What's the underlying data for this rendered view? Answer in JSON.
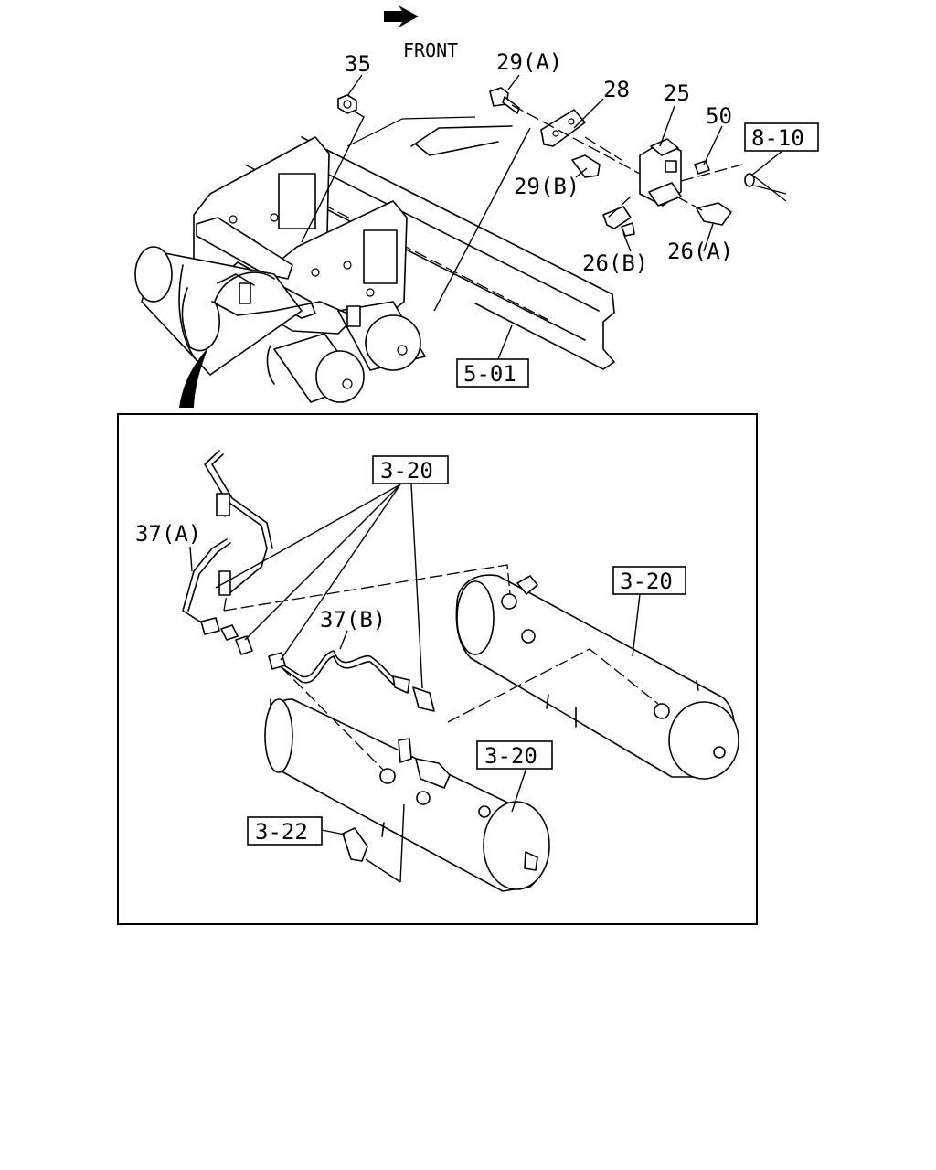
{
  "header": {
    "direction_label": "FRONT"
  },
  "callouts": {
    "c35": "35",
    "c29a": "29(A)",
    "c28": "28",
    "c25": "25",
    "c50": "50",
    "c29b": "29(B)",
    "c26b": "26(B)",
    "c26a": "26(A)",
    "c37a": "37(A)",
    "c37b": "37(B)"
  },
  "references": {
    "r810": "8-10",
    "r501": "5-01",
    "r320_top": "3-20",
    "r320_right": "3-20",
    "r320_bottom": "3-20",
    "r322": "3-22"
  },
  "colors": {
    "line": "#000000",
    "background": "#ffffff"
  },
  "icons": {
    "direction_arrow": "front-arrow-icon"
  }
}
